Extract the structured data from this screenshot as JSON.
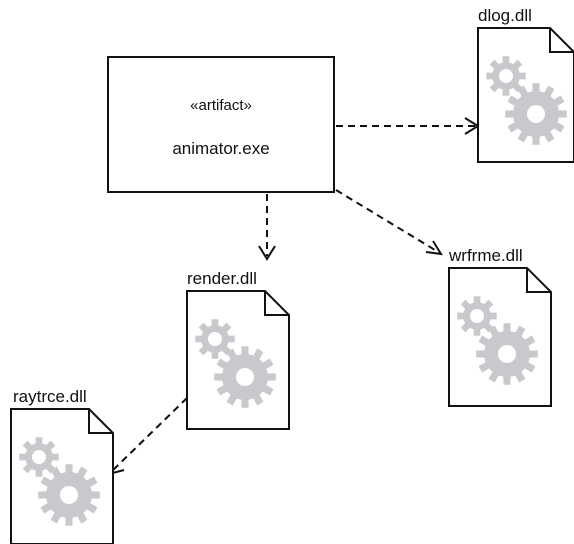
{
  "artifact": {
    "stereotype": "«artifact»",
    "name": "animator.exe"
  },
  "files": {
    "dlog": "dlog.dll",
    "wrfrme": "wrfrme.dll",
    "render": "render.dll",
    "raytrce": "raytrce.dll"
  },
  "dependencies": [
    {
      "from": "animator.exe",
      "to": "dlog.dll"
    },
    {
      "from": "animator.exe",
      "to": "render.dll"
    },
    {
      "from": "animator.exe",
      "to": "wrfrme.dll"
    },
    {
      "from": "render.dll",
      "to": "raytrce.dll"
    }
  ],
  "colors": {
    "stroke": "#111111",
    "gear": "#c8c9cc",
    "background": "#ffffff"
  },
  "icon": "gears-icon"
}
